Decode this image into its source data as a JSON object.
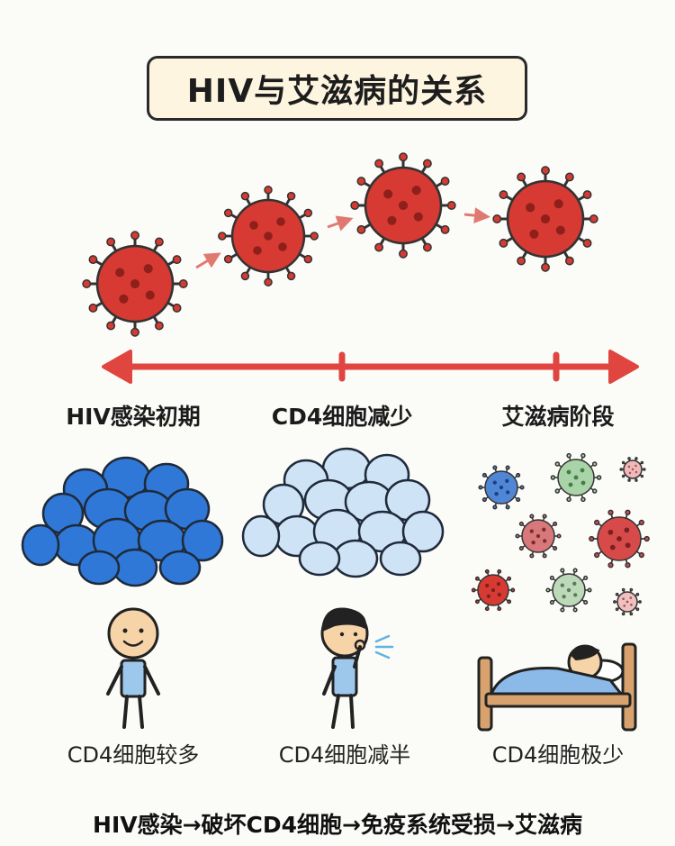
{
  "title": "HIV与艾滋病的关系",
  "stages": [
    {
      "label": "HIV感染初期",
      "caption": "CD4细胞较多"
    },
    {
      "label": "CD4细胞减少",
      "caption": "CD4细胞减半"
    },
    {
      "label": "艾滋病阶段",
      "caption": "CD4细胞极少"
    }
  ],
  "summary": "HIV感染→破坏CD4细胞→免疫系统受损→艾滋病",
  "colors": {
    "virus": "#d63a32",
    "timeline": "#e0463f",
    "cell_dark": "#2f78d8",
    "cell_light": "#cfe3f7",
    "title_bg": "#fdf5df"
  }
}
